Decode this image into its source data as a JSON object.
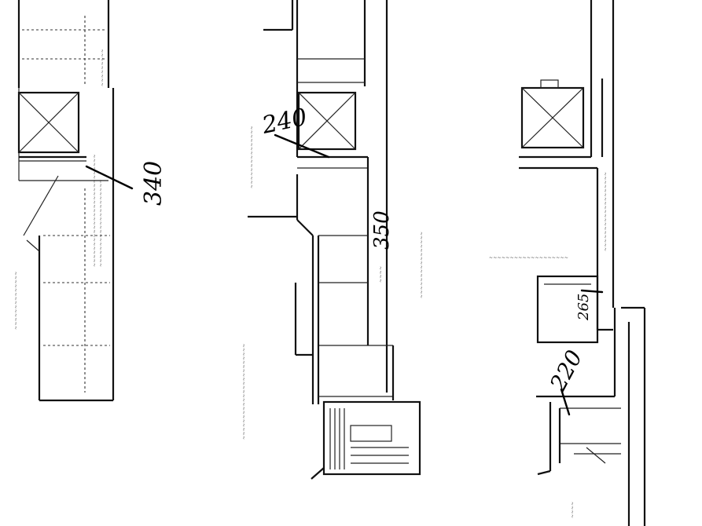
{
  "dimensions": {
    "left": "340",
    "center_top": "240",
    "center_mid": "350",
    "right_mid": "265",
    "right_low": "220"
  },
  "colors": {
    "ink": "#111111",
    "paper": "#ffffff"
  }
}
